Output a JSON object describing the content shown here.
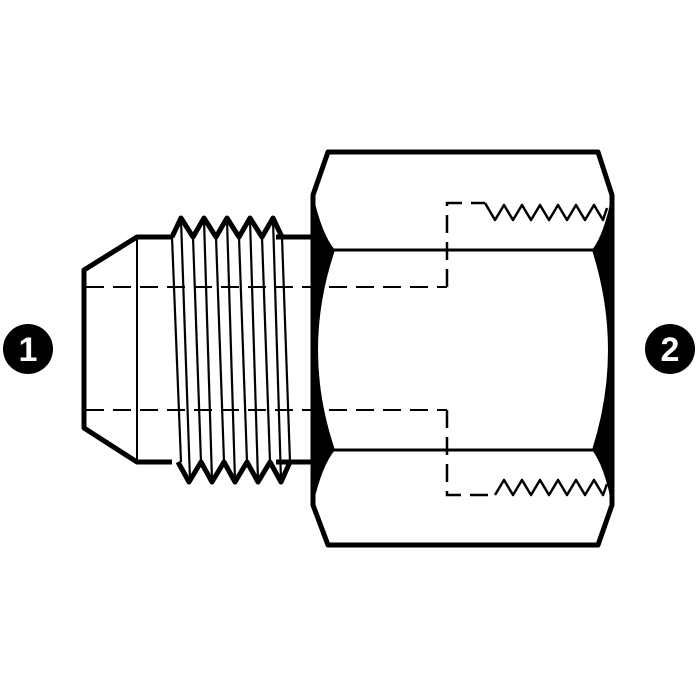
{
  "diagram": {
    "type": "technical-line-drawing",
    "subject": "male flare to female pipe thread adapter fitting",
    "colors": {
      "line": "#000000",
      "background": "#ffffff",
      "badge_fill": "#000000",
      "badge_text": "#ffffff"
    }
  },
  "ports": [
    {
      "id": 1,
      "label": "1",
      "end": "left",
      "description": "male flare end"
    },
    {
      "id": 2,
      "label": "2",
      "end": "right",
      "description": "female threaded end"
    }
  ]
}
